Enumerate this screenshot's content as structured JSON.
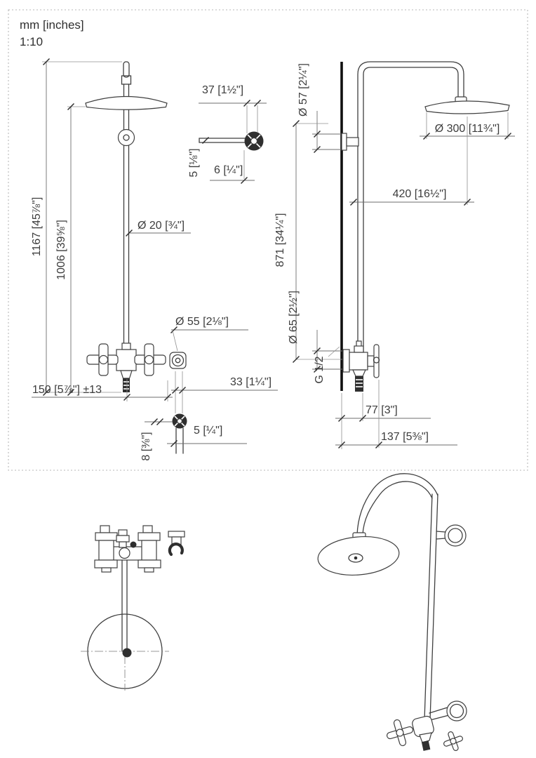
{
  "header": {
    "units": "mm [inches]",
    "scale": "1:10"
  },
  "front_view": {
    "total_height": "1167 [45⅞\"]",
    "riser_height": "1006 [39⅝\"]",
    "pipe_diameter": "Ø 20 [¾\"]",
    "connection_spread": "150 [5⅞\"] ±13",
    "escutcheon_diameter": "Ø 55 [2⅛\"]",
    "escutcheon_offset": "33 [1¼\"]",
    "outlet_height": "8 [⅜\"]",
    "outlet_width": "5 [¼\"]"
  },
  "elbow_detail": {
    "width": "37 [1½\"]",
    "height": "5 [⅛\"]",
    "depth": "6 [¼\"]"
  },
  "side_view": {
    "bracket_diameter": "Ø 57 [2¼\"]",
    "head_diameter": "Ø 300 [11¾\"]",
    "head_reach": "420 [16½\"]",
    "riser_length": "871 [34¼\"]",
    "valve_escutcheon_diameter": "Ø 65 [2½\"]",
    "thread_size": "G 1/2",
    "outlet_projection": "77 [3\"]",
    "handle_projection": "137 [5⅜\"]"
  }
}
